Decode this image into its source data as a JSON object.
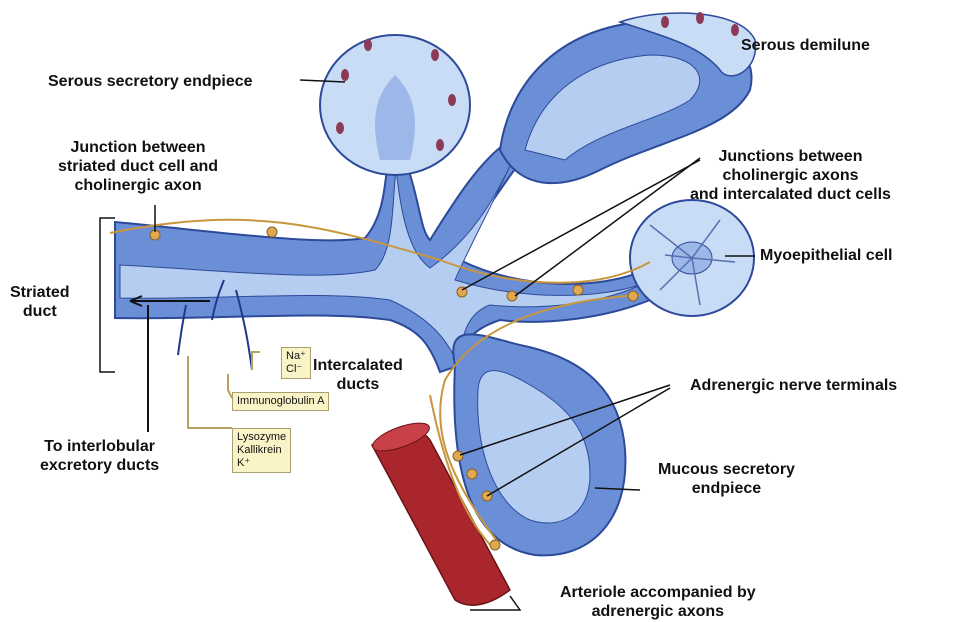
{
  "labels": {
    "serous_endpiece": "Serous secretory endpiece",
    "serous_demilune": "Serous demilune",
    "junction_striated": [
      "Junction between",
      "striated duct cell and",
      "cholinergic axon"
    ],
    "junctions_cholinergic": [
      "Junctions between",
      "cholinergic axons",
      "and intercalated duct cells"
    ],
    "myoepithelial": "Myoepithelial cell",
    "striated_duct": [
      "Striated",
      "duct"
    ],
    "intercalated": [
      "Intercalated",
      "ducts"
    ],
    "adrenergic_terminals": "Adrenergic nerve terminals",
    "mucous_endpiece": [
      "Mucous secretory",
      "endpiece"
    ],
    "interlobular": [
      "To interlobular",
      "excretory ducts"
    ],
    "arteriole": [
      "Arteriole accompanied by",
      "adrenergic axons"
    ]
  },
  "boxes": {
    "ions": [
      "Na⁺",
      "Cl⁻"
    ],
    "immunoglobulin": "Immunoglobulin A",
    "secretions": [
      "Lysozyme",
      "Kallikrein",
      "K⁺"
    ]
  },
  "colors": {
    "duct_fill": "#6b8fd6",
    "duct_border": "#2d4a9a",
    "lumen": "#b5cdf0",
    "serous_fill": "#c9dcf5",
    "nucleus": "#8b3a58",
    "nerve": "#c8963c",
    "artery": "#a8262c",
    "box_fill": "#fbf3c8"
  }
}
